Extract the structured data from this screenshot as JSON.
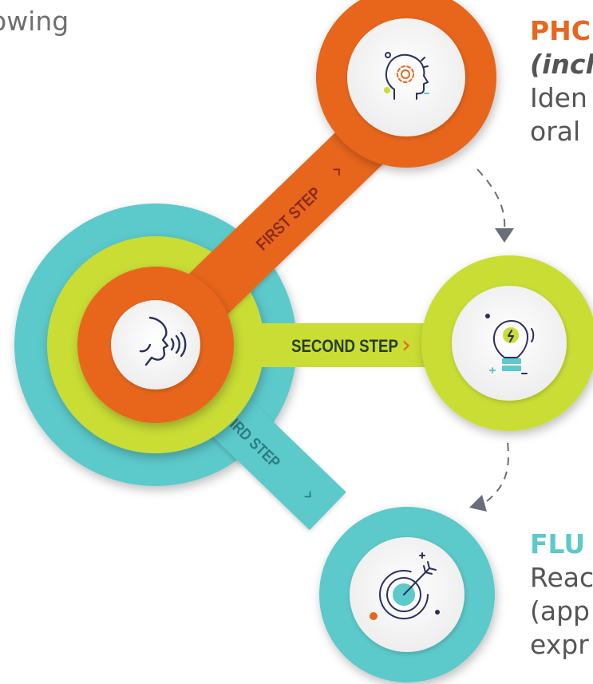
{
  "intro": {
    "line1": "owing",
    "line2": ":"
  },
  "colors": {
    "orange": "#e8661e",
    "lime": "#c9dd35",
    "teal": "#5cc9cb",
    "arrow": "#6a6e78",
    "icon": "#2a2f5e",
    "label_first": "#8a2c1a",
    "label_second": "#2a3c2c",
    "label_third": "#2d7d80"
  },
  "steps": [
    {
      "label": "FIRST STEP",
      "icon": "head-gear-icon"
    },
    {
      "label": "SECOND STEP",
      "icon": "lightbulb-icon"
    },
    {
      "label": "THIRD STEP",
      "icon": "target-arrow-icon"
    }
  ],
  "center_icon": "speaking-face-icon",
  "side_text": {
    "top": {
      "heading": "PHC",
      "subtitle": "(incl",
      "line1": "Iden",
      "line2": "oral"
    },
    "bottom": {
      "heading": "FLU",
      "line1": "Reac",
      "line2": "(app",
      "line3": "expr"
    }
  }
}
